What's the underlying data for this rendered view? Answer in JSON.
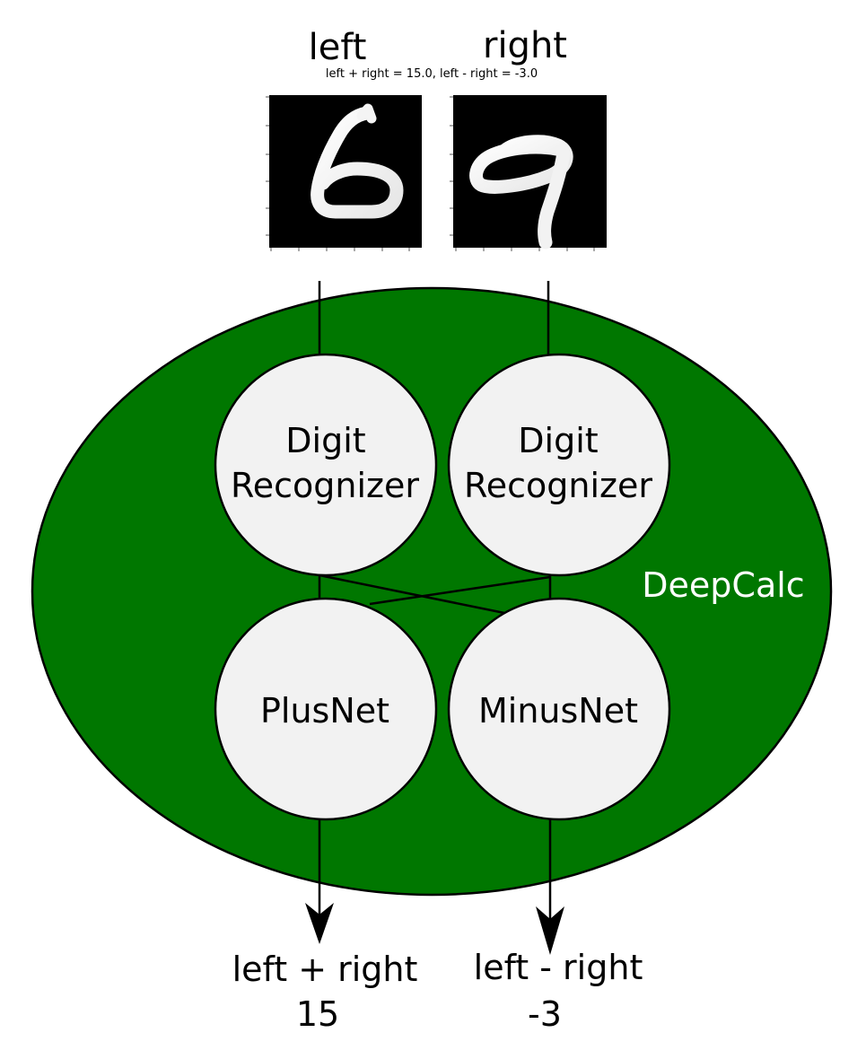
{
  "inputs": {
    "left_label": "left",
    "right_label": "right",
    "caption": "left + right = 15.0, left - right = -3.0"
  },
  "modules": {
    "container_label": "DeepCalc",
    "recognizer_left": [
      "Digit",
      "Recognizer"
    ],
    "recognizer_right": [
      "Digit",
      "Recognizer"
    ],
    "plus_net": "PlusNet",
    "minus_net": "MinusNet"
  },
  "outputs": {
    "plus_label": "left + right",
    "plus_value": "15",
    "minus_label": "left - right",
    "minus_value": "-3"
  },
  "colors": {
    "container_fill": "#007700",
    "node_fill": "#f2f2f2",
    "image_background": "#000000",
    "container_text": "#ffffff",
    "line": "#000000"
  },
  "digit_images": {
    "left_digit": "6",
    "right_digit": "9"
  }
}
